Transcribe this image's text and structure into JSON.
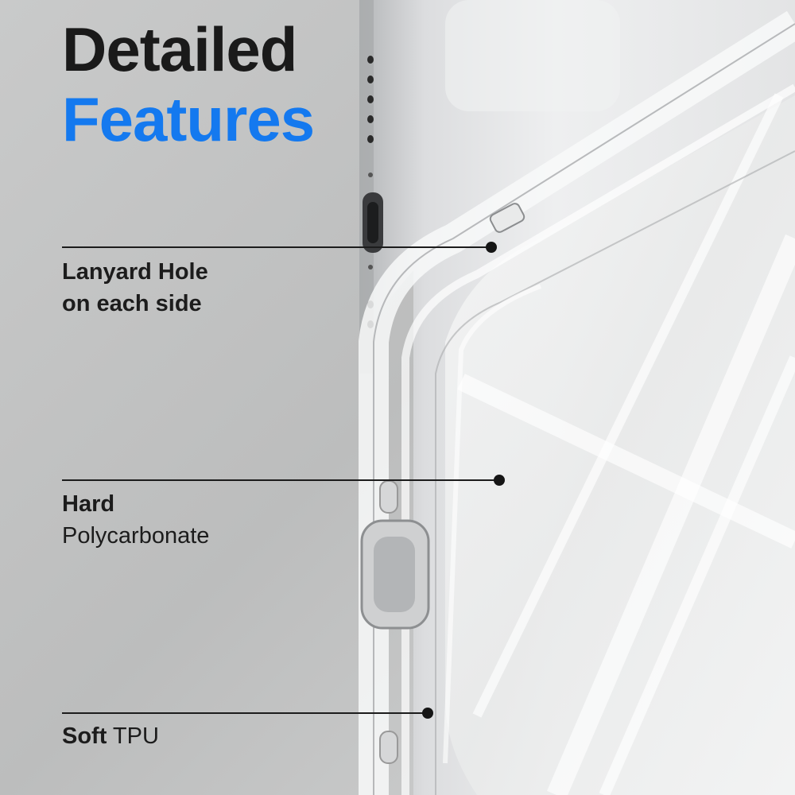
{
  "headline": {
    "line1": "Detailed",
    "line2": "Features"
  },
  "callouts": [
    {
      "bold": "Lanyard Hole",
      "normal": "on each side"
    },
    {
      "bold": "Hard",
      "normal": "Polycarbonate"
    },
    {
      "bold": "Soft",
      "normal": "TPU"
    }
  ],
  "colors": {
    "accent_blue": "#1479ef",
    "text_dark": "#1c1c1c",
    "background_gray": "#bfc0c0"
  }
}
